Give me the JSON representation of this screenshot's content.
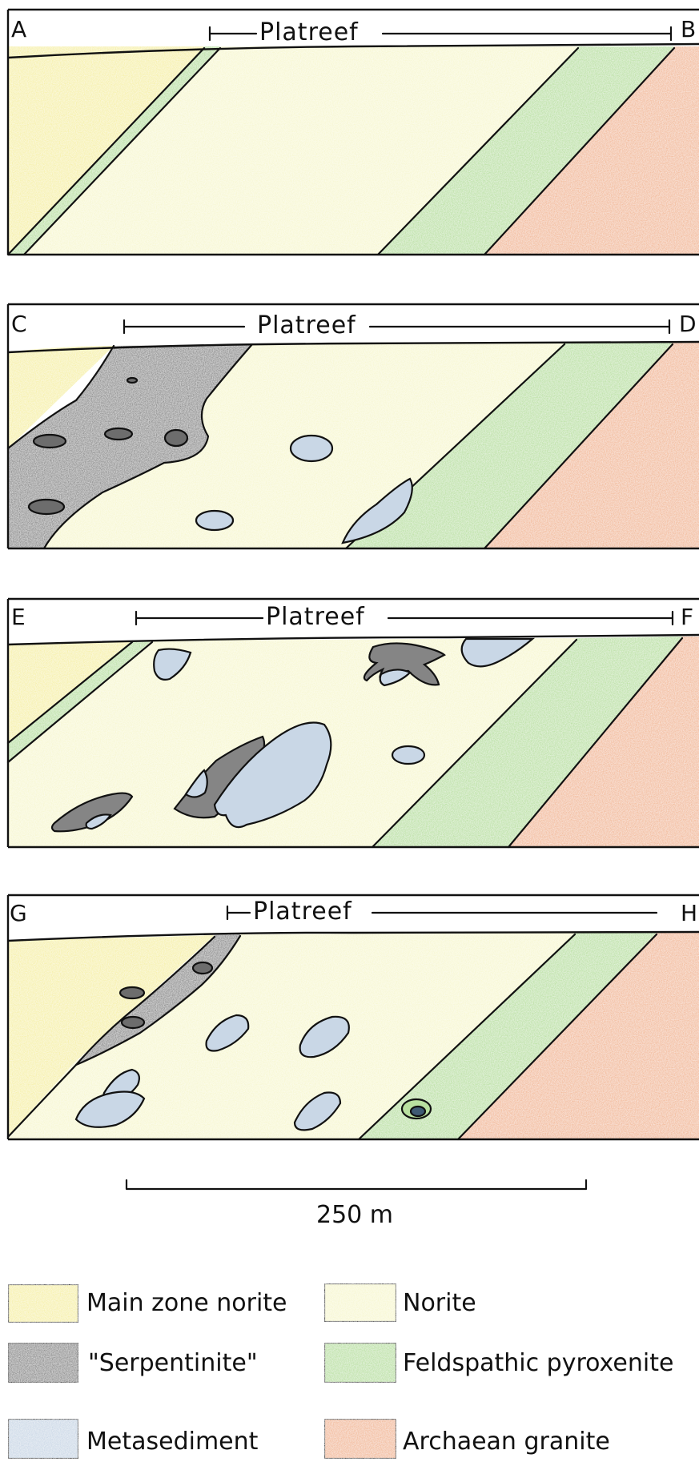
{
  "panels": [
    {
      "left_label": "A",
      "right_label": "B",
      "title": "Platreef"
    },
    {
      "left_label": "C",
      "right_label": "D",
      "title": "Platreef"
    },
    {
      "left_label": "E",
      "right_label": "F",
      "title": "Platreef"
    },
    {
      "left_label": "G",
      "right_label": "H",
      "title": "Platreef"
    }
  ],
  "scale_bar": {
    "label": "250 m"
  },
  "colors": {
    "main_zone_norite": "#f6f0a6",
    "norite": "#f7f7d0",
    "serpentinite": "#858585",
    "feldspathic_pyroxenite": "#b9e0a0",
    "metasediment": "#c9d7e6",
    "archaean_granite": "#f2b894"
  },
  "legend": [
    {
      "key": "main_zone_norite",
      "label": "Main zone  norite"
    },
    {
      "key": "norite",
      "label": "Norite"
    },
    {
      "key": "serpentinite",
      "label": "\"Serpentinite\""
    },
    {
      "key": "feldspathic_pyroxenite",
      "label": "Feldspathic  pyroxenite"
    },
    {
      "key": "metasediment",
      "label": "Metasediment"
    },
    {
      "key": "archaean_granite",
      "label": "Archaean  granite"
    }
  ]
}
